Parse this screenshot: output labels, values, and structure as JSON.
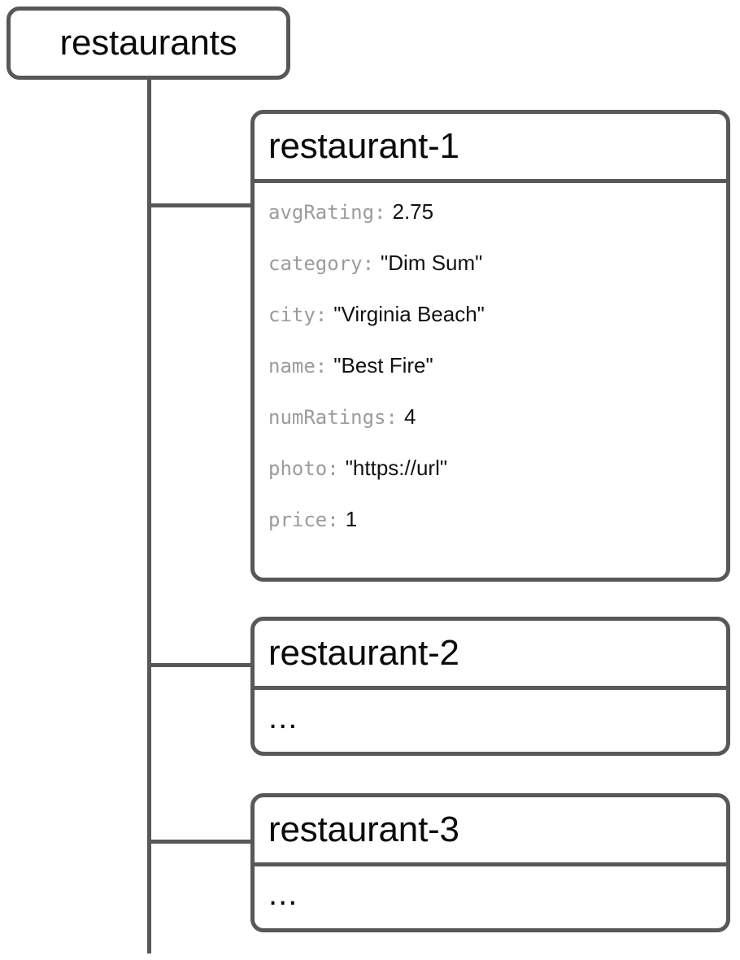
{
  "diagram": {
    "type": "tree",
    "title": "restaurants collection document tree",
    "colors": {
      "stroke": "#585858",
      "background": "#ffffff",
      "key_text": "#9b9b9b",
      "value_text": "#111111",
      "title_text": "#0a0a0a"
    },
    "root": {
      "label": "restaurants",
      "kind": "collection"
    },
    "documents": [
      {
        "id": "restaurant-1",
        "expanded": true,
        "fields": [
          {
            "key": "avgRating:",
            "value": "2.75"
          },
          {
            "key": "category:",
            "value": "\"Dim Sum\""
          },
          {
            "key": "city:",
            "value": "\"Virginia Beach\""
          },
          {
            "key": "name:",
            "value": "\"Best Fire\""
          },
          {
            "key": "numRatings:",
            "value": "4"
          },
          {
            "key": "photo:",
            "value": "\"https://url\""
          },
          {
            "key": "price:",
            "value": "1"
          }
        ],
        "placeholder": ""
      },
      {
        "id": "restaurant-2",
        "expanded": false,
        "fields": [],
        "placeholder": "..."
      },
      {
        "id": "restaurant-3",
        "expanded": false,
        "fields": [],
        "placeholder": "..."
      }
    ]
  }
}
